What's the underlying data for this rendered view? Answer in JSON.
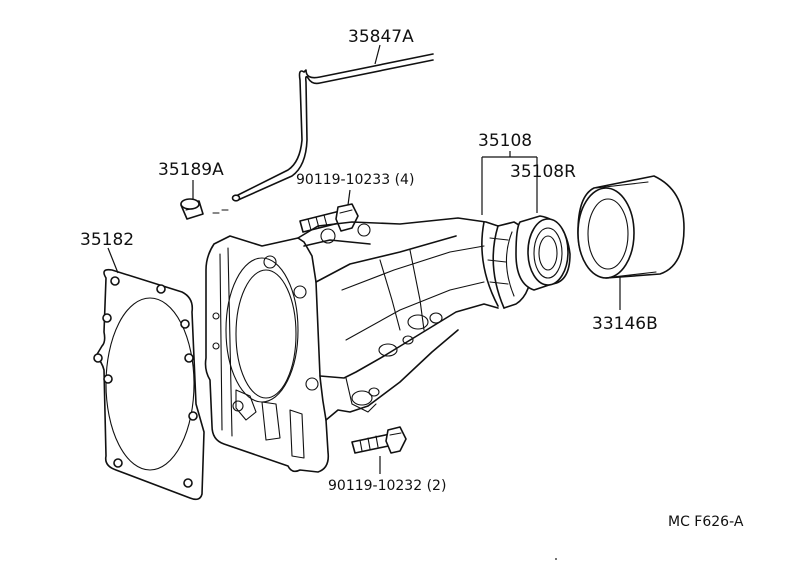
{
  "diagram": {
    "labels": {
      "p35847A": "35847A",
      "p35189A": "35189A",
      "p90119_10233": "90119-10233 (4)",
      "p35108": "35108",
      "p35108R": "35108R",
      "p35182": "35182",
      "p33146B": "33146B",
      "p90119_10232": "90119-10232 (2)"
    },
    "figure_code": "MC F626-A"
  }
}
